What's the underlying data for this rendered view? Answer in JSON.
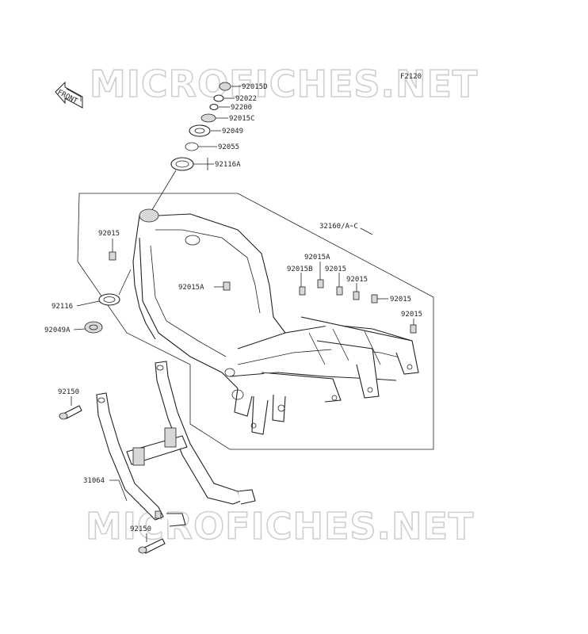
{
  "figure_code": "F2120",
  "front_marker": "FRONT",
  "watermark": "MICROFICHES.NET",
  "labels": {
    "p92015D": "92015D",
    "p92022": "92022",
    "p92200": "92200",
    "p92015C": "92015C",
    "p92049": "92049",
    "p92055": "92055",
    "p92116A": "92116A",
    "p32160": "32160/A~C",
    "p92015_left": "92015",
    "p92015A_top": "92015A",
    "p92015B": "92015B",
    "p92015_mid1": "92015",
    "p92015_mid2": "92015",
    "p92015_right1": "92015",
    "p92015_right2": "92015",
    "p92015A_center": "92015A",
    "p92116": "92116",
    "p92049A": "92049A",
    "p92150_top": "92150",
    "p31064": "31064",
    "p92150_bottom": "92150"
  }
}
